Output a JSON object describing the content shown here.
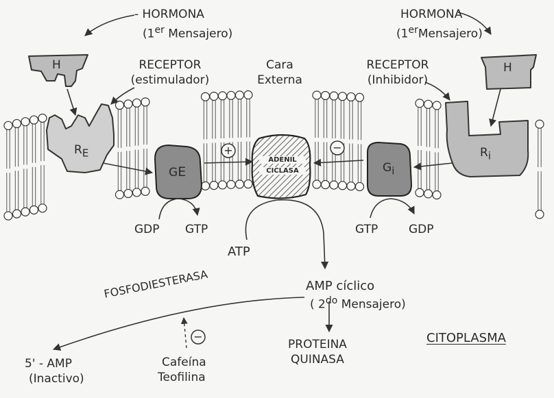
{
  "hormone_left": {
    "name": "- HORMONA",
    "role_open": "(1",
    "role_sup": "er",
    "role_close": " Mensajero)",
    "symbol": "H"
  },
  "hormone_right": {
    "name": "HORMONA",
    "role_open": "(1",
    "role_sup": "er",
    "role_close": "Mensajero)",
    "symbol": "H"
  },
  "receptor_stim": {
    "line1": "RECEPTOR",
    "line2": "(estimulador)",
    "symbol_main": "R",
    "symbol_sub": "E"
  },
  "receptor_inhib": {
    "line1": "RECEPTOR",
    "line2": "(Inhibidor)",
    "symbol_main": "R",
    "symbol_sub": "i"
  },
  "outer_face": {
    "line1": "Cara",
    "line2": "Externa"
  },
  "g_stim": {
    "main": "G",
    "sub": "E"
  },
  "g_inhib": {
    "main": "G",
    "sub": "i"
  },
  "adenyl": {
    "line1": "ADENIL",
    "line2": "CICLASA"
  },
  "signs": {
    "plus": "+",
    "minus": "−"
  },
  "left_cycle": {
    "gdp": "GDP",
    "gtp": "GTP"
  },
  "right_cycle": {
    "gtp": "GTP",
    "gdp": "GDP"
  },
  "atp": "ATP",
  "camp": {
    "line1": "AMP cíclico",
    "line2_open": "( 2",
    "line2_sup": "do",
    "line2_close": " Mensajero)"
  },
  "phosphodiesterase": "FOSFODIESTERASA",
  "amp": {
    "line1": "5' - AMP",
    "line2": "(Inactivo)"
  },
  "inhibitors": {
    "line1": "Cafeína",
    "line2": "Teofilina",
    "sign": "−"
  },
  "kinase": {
    "line1": "PROTEINA",
    "line2": "QUINASA"
  },
  "region_label": "CITOPLASMA"
}
